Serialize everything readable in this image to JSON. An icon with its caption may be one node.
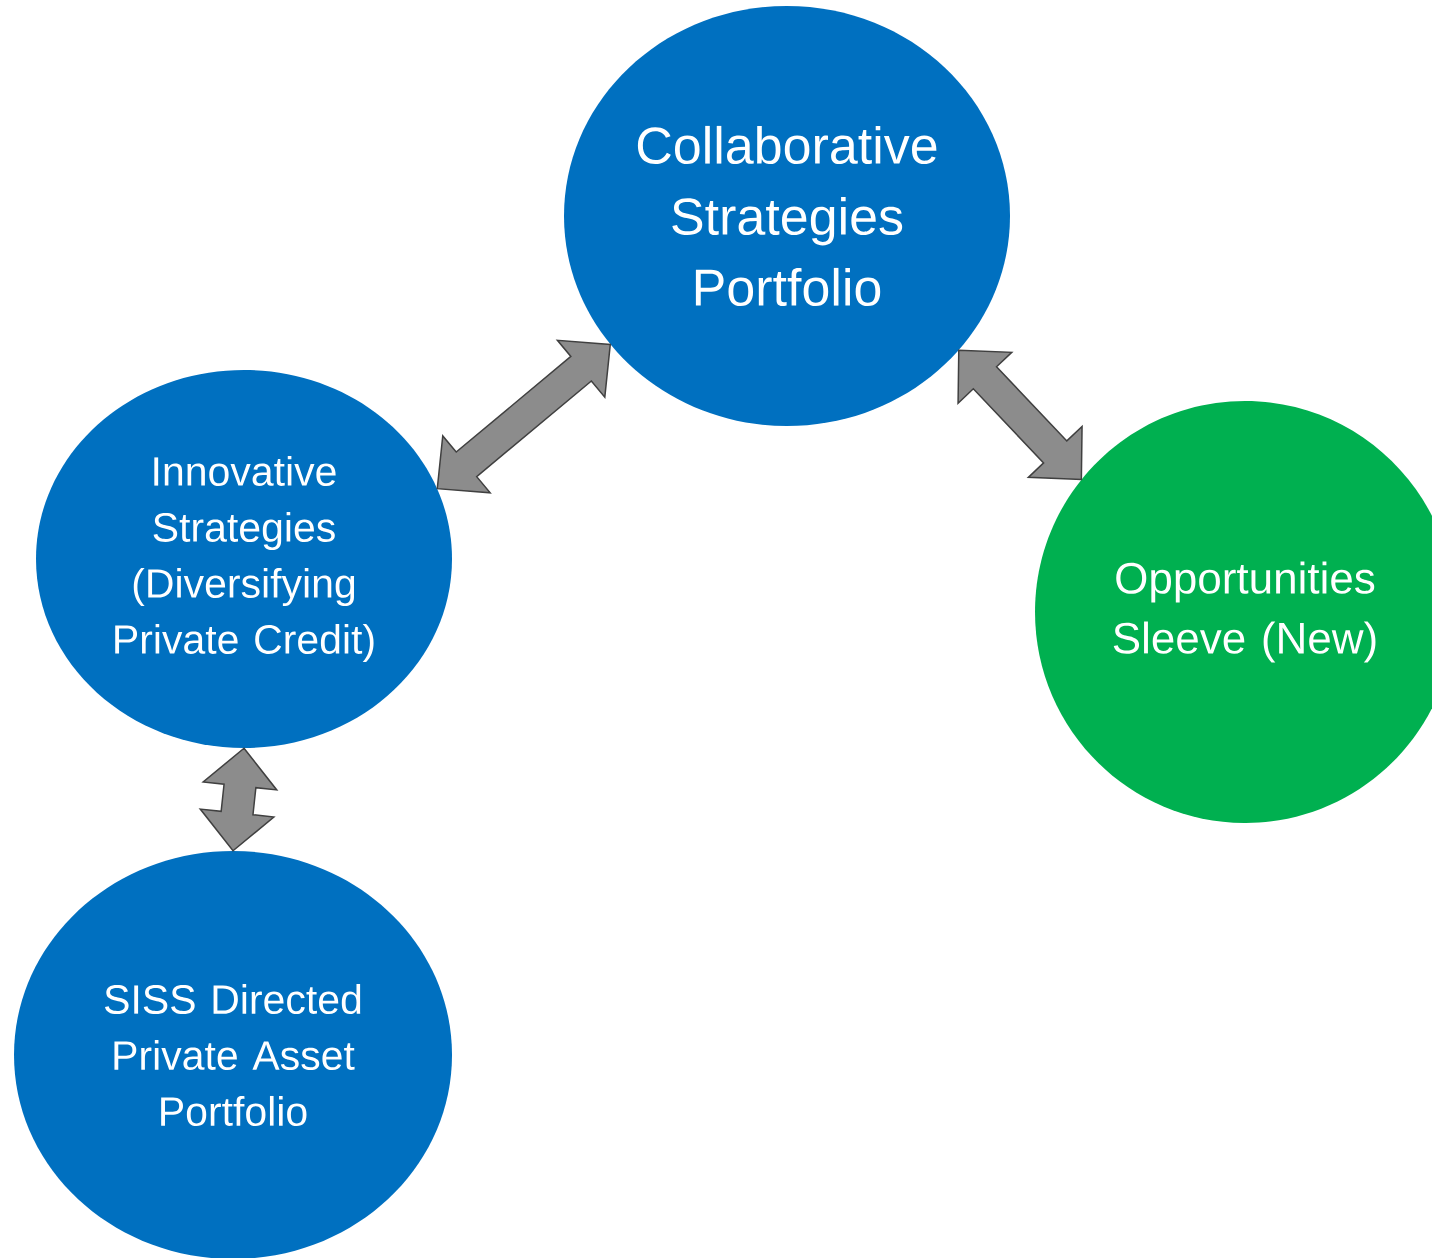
{
  "diagram": {
    "nodes": [
      {
        "text": [
          "Collaborative Strategies Portfolio"
        ]
      },
      {
        "text": [
          "Innovative Strategies (Diversifying Private Credit)"
        ]
      },
      {
        "text": [
          "Opportunities Sleeve (New)"
        ]
      },
      {
        "text": [
          "SISS Directed Private Asset Portfolio"
        ]
      }
    ],
    "edges": [
      {
        "from": 0,
        "to": 1,
        "arrow": "both"
      },
      {
        "from": 0,
        "to": 2,
        "arrow": "both"
      },
      {
        "from": 1,
        "to": 3,
        "arrow": "both"
      }
    ]
  }
}
